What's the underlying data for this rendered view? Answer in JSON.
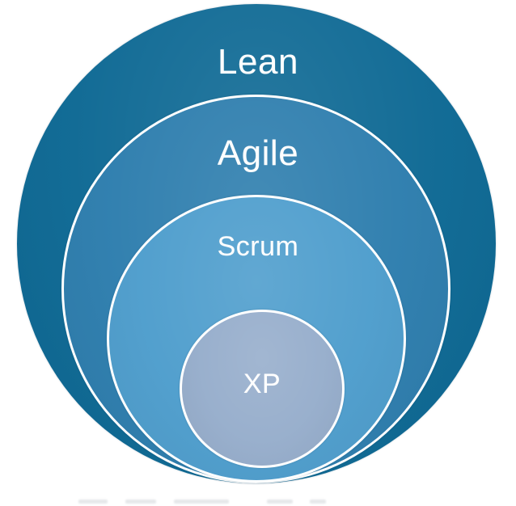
{
  "diagram": {
    "type": "nested-circles",
    "description": "Onion diagram of nested methodologies",
    "rings": [
      {
        "id": "lean",
        "label": "Lean",
        "fill": "#0E6994",
        "label_color": "#FFFFFF"
      },
      {
        "id": "agile",
        "label": "Agile",
        "fill": "#2E7EAE",
        "label_color": "#FFFFFF"
      },
      {
        "id": "scrum",
        "label": "Scrum",
        "fill": "#4F9ECD",
        "label_color": "#FFFFFF"
      },
      {
        "id": "xp",
        "label": "XP",
        "fill": "#97AECC",
        "label_color": "#FFFFFF"
      }
    ],
    "ring_border_color": "#FFFFFF",
    "background_color": "#FFFFFF"
  }
}
